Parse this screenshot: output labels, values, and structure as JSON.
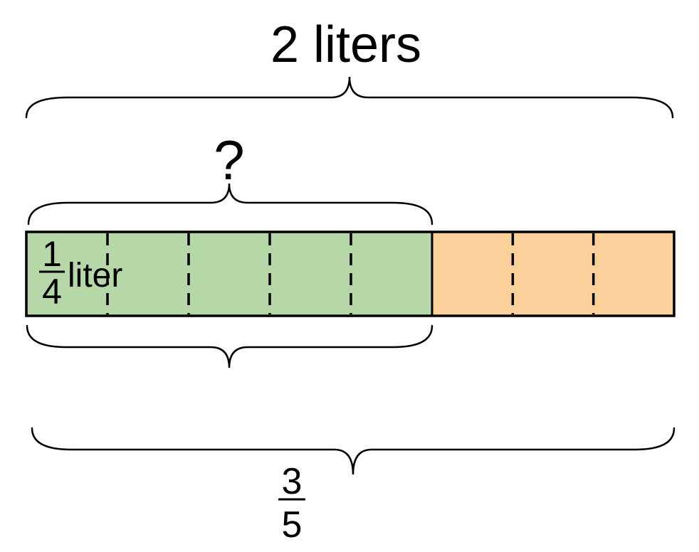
{
  "labels": {
    "total": "2 liters",
    "unknown": "?"
  },
  "unit_fraction": {
    "numerator": "1",
    "denominator": "4",
    "unit": "liter"
  },
  "bottom_fraction": {
    "numerator": "3",
    "denominator": "5"
  },
  "bar": {
    "green_segments": 5,
    "orange_segments": 3
  },
  "colors": {
    "green": "#b6d7a8",
    "orange": "#fcd09a",
    "stroke": "#000000",
    "background": "#ffffff"
  }
}
